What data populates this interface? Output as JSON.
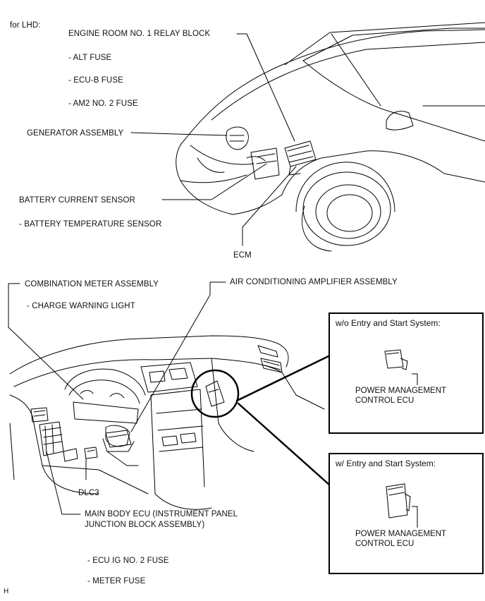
{
  "header": {
    "variant": "for LHD:"
  },
  "engine_room": {
    "relay_block": "ENGINE ROOM NO. 1 RELAY BLOCK",
    "fuses": [
      "- ALT FUSE",
      "- ECU-B FUSE",
      "- AM2 NO. 2 FUSE"
    ],
    "generator": "GENERATOR ASSEMBLY",
    "battery_sensor": "BATTERY CURRENT SENSOR",
    "battery_temp": "- BATTERY TEMPERATURE SENSOR",
    "ecm": "ECM"
  },
  "cabin": {
    "meter": "COMBINATION METER ASSEMBLY",
    "warning_light": "- CHARGE WARNING LIGHT",
    "ac_amp": "AIR CONDITIONING AMPLIFIER ASSEMBLY",
    "dlc3": "DLC3",
    "main_body_line1": "MAIN BODY ECU (INSTRUMENT PANEL",
    "main_body_line2": "JUNCTION BLOCK ASSEMBLY)",
    "fuse_ig": "- ECU IG NO. 2 FUSE",
    "fuse_meter": "- METER FUSE"
  },
  "inset_without": {
    "title": "w/o Entry and Start System:",
    "caption_line1": "POWER MANAGEMENT",
    "caption_line2": "CONTROL ECU"
  },
  "inset_with": {
    "title": "w/ Entry and Start System:",
    "caption_line1": "POWER MANAGEMENT",
    "caption_line2": "CONTROL ECU"
  },
  "footer": {
    "code": "H"
  }
}
